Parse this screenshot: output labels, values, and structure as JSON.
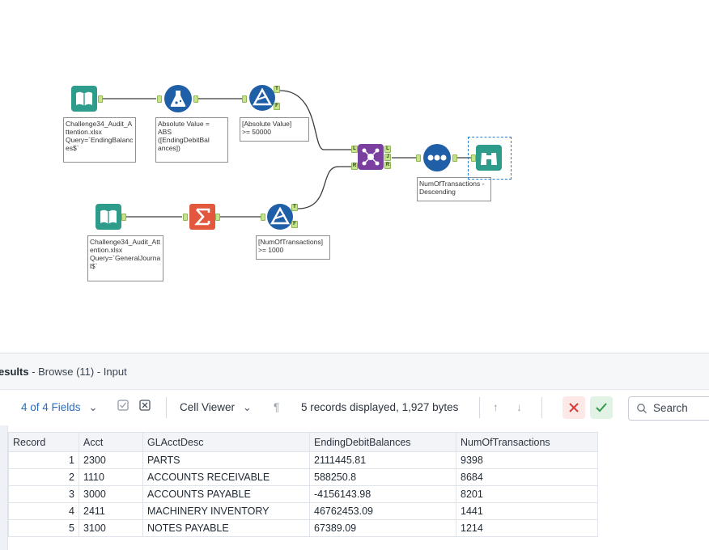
{
  "canvas": {
    "tools": {
      "input1": {
        "annotation": "Challenge34_Audit_Attention.xlsx\nQuery=`EndingBalances$`"
      },
      "formula": {
        "annotation": "Absolute Value =\nABS\n([EndingDebitBal\nances])"
      },
      "filter1": {
        "annotation": "[Absolute Value]\n>= 50000"
      },
      "join": {
        "anchors_in": [
          "L",
          "R"
        ],
        "anchors_out": [
          "L",
          "J",
          "R"
        ]
      },
      "sort": {
        "annotation": "NumOfTransactions - Descending"
      },
      "input2": {
        "annotation": "Challenge34_Audit_Attention.xlsx\nQuery=`GeneralJournal$`"
      },
      "summarize": {},
      "filter2": {
        "annotation": "[NumOfTransactions] >= 1000"
      },
      "filter_anchor_true": "T",
      "filter_anchor_false": "F"
    },
    "colors": {
      "input": "#2e9c8a",
      "formula": "#1f5fa8",
      "filter": "#1f5fa8",
      "join": "#7b3fa0",
      "summarize": "#e2583e",
      "sort": "#1f5fa8",
      "browse": "#2e9c8a",
      "wire": "#3b3b3b",
      "anchor": "#c5e48a"
    }
  },
  "results": {
    "title_bold": "esults",
    "title_rest": " - Browse (11) - Input",
    "toolbar": {
      "fields_label": "4 of 4 Fields",
      "cell_viewer_label": "Cell Viewer",
      "records_info": "5 records displayed, 1,927 bytes",
      "search_placeholder": "Search"
    },
    "columns": [
      "Record",
      "Acct",
      "GLAcctDesc",
      "EndingDebitBalances",
      "NumOfTransactions"
    ],
    "rows": [
      [
        "1",
        "2300",
        "PARTS",
        "2111445.81",
        "9398"
      ],
      [
        "2",
        "1110",
        "ACCOUNTS RECEIVABLE",
        "588250.8",
        "8684"
      ],
      [
        "3",
        "3000",
        "ACCOUNTS PAYABLE",
        "-4156143.98",
        "8201"
      ],
      [
        "4",
        "2411",
        "MACHINERY INVENTORY",
        "46762453.09",
        "1441"
      ],
      [
        "5",
        "3100",
        "NOTES PAYABLE",
        "67389.09",
        "1214"
      ]
    ]
  }
}
